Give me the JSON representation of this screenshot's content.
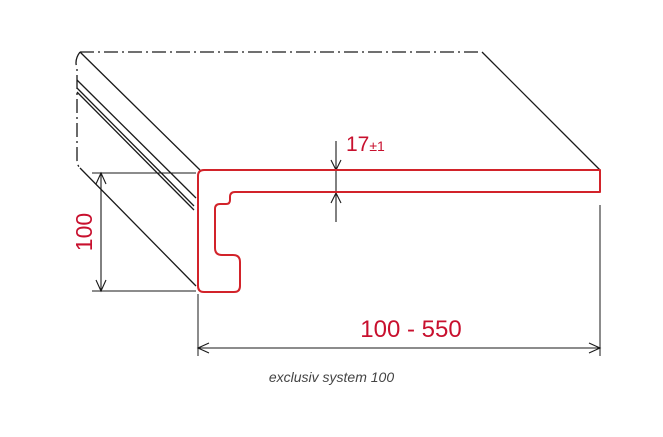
{
  "diagram": {
    "dim_thickness": "17",
    "dim_thickness_tol": "±1",
    "dim_height": "100",
    "dim_depth": "100 - 550",
    "caption": "exclusiv system 100"
  },
  "colors": {
    "profile": "#d2232a",
    "outline": "#1a1a1a",
    "dimension_text": "#c8102e",
    "caption": "#444444"
  }
}
